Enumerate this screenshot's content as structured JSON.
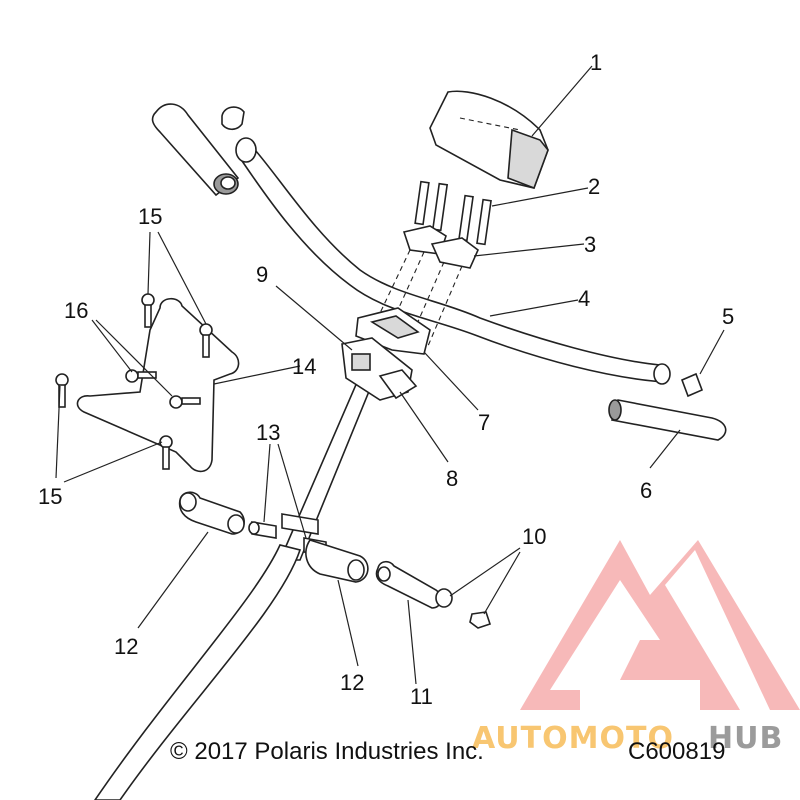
{
  "callouts": {
    "n1": "1",
    "n2": "2",
    "n3": "3",
    "n4": "4",
    "n5": "5",
    "n6": "6",
    "n7": "7",
    "n8": "8",
    "n9": "9",
    "n10": "10",
    "n11": "11",
    "n12a": "12",
    "n12b": "12",
    "n13": "13",
    "n14": "14",
    "n15a": "15",
    "n15b": "15",
    "n16": "16"
  },
  "footer": {
    "copyright": "© 2017 Polaris Industries Inc.",
    "code": "C600819"
  },
  "watermark": {
    "word_a": "AUTOMOTO",
    "word_b": "HUB",
    "color_a": "#f5b342",
    "color_b": "#7a7a7a",
    "triangle_color": "#f08080"
  }
}
